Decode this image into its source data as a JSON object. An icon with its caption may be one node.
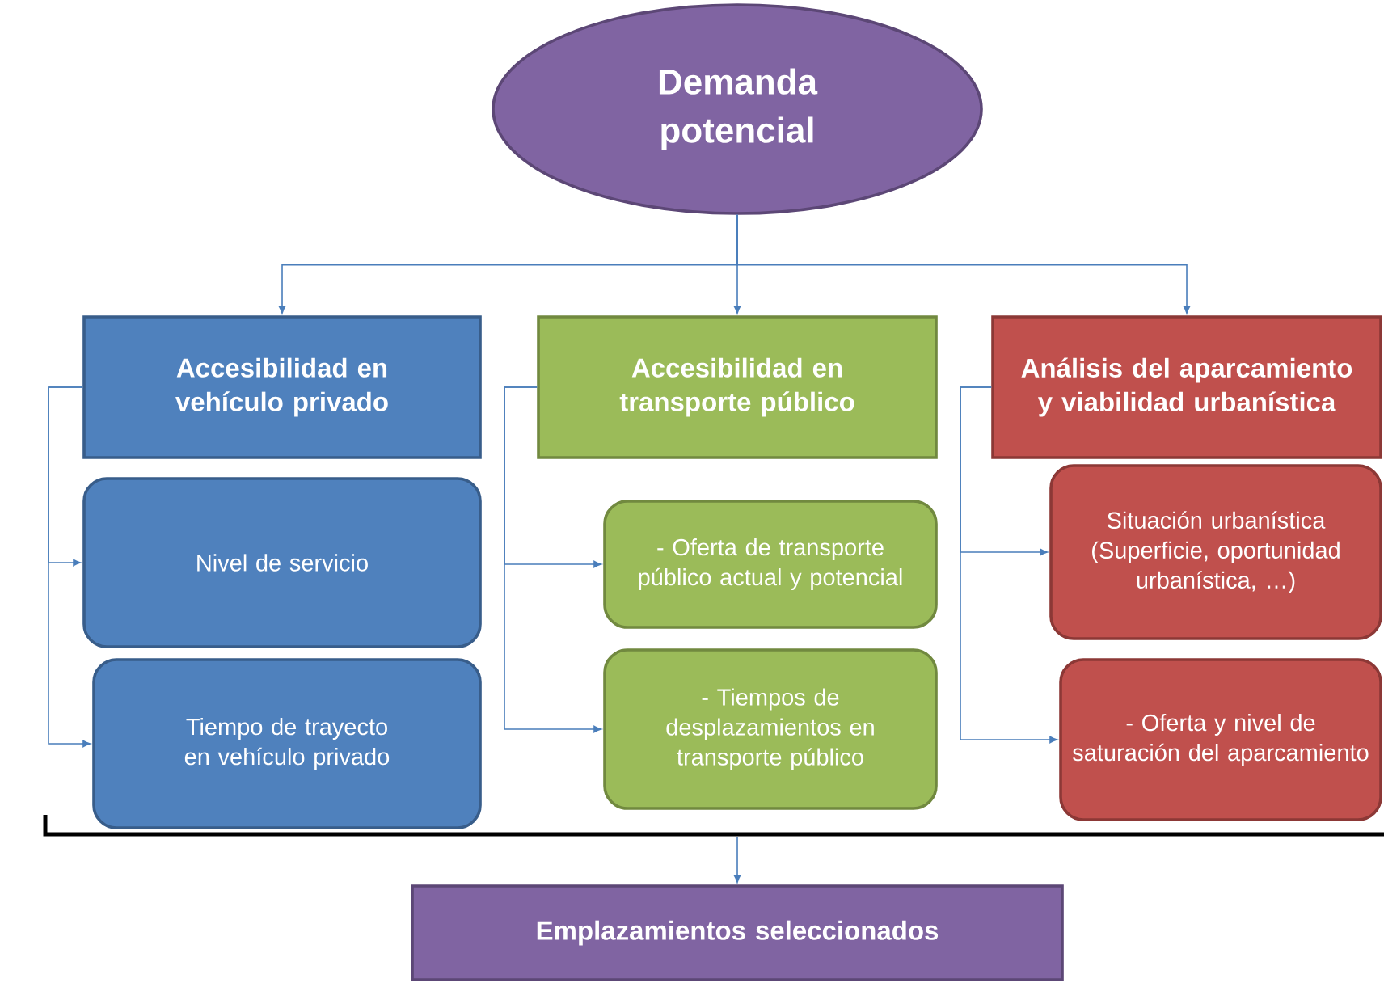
{
  "diagram": {
    "nodes": [
      {
        "text": [
          "Demanda potencial"
        ]
      },
      {
        "text": [
          "Accesibilidad en vehículo privado"
        ]
      },
      {
        "text": [
          "Nivel de servicio"
        ]
      },
      {
        "text": [
          "Tiempo de trayecto en vehículo privado"
        ]
      },
      {
        "text": [
          "Accesibilidad en transporte público"
        ]
      },
      {
        "text": [
          "- Oferta de transporte público actual y potencial"
        ]
      },
      {
        "text": [
          "- Tiempos de desplazamientos en transporte público"
        ]
      },
      {
        "text": [
          "Análisis del aparcamiento y viabilidad urbanística"
        ]
      },
      {
        "text": [
          "Situación urbanística (Superficie, oportunidad urbanística, …)"
        ]
      },
      {
        "text": [
          "- Oferta y nivel de saturación del aparcamiento"
        ]
      },
      {
        "text": [],
        "shape": "bar"
      },
      {
        "text": [
          "Emplazamientos seleccionados"
        ]
      }
    ],
    "edges": [
      {
        "from": 0,
        "to": 1,
        "arrow": "to"
      },
      {
        "from": 0,
        "to": 4,
        "arrow": "to"
      },
      {
        "from": 0,
        "to": 7,
        "arrow": "to"
      },
      {
        "from": 1,
        "to": 2,
        "arrow": "to"
      },
      {
        "from": 1,
        "to": 3,
        "arrow": "to"
      },
      {
        "from": 4,
        "to": 5,
        "arrow": "to"
      },
      {
        "from": 4,
        "to": 6,
        "arrow": "to"
      },
      {
        "from": 7,
        "to": 8,
        "arrow": "to"
      },
      {
        "from": 7,
        "to": 9,
        "arrow": "to"
      },
      {
        "from": 10,
        "to": 11,
        "arrow": "to"
      }
    ]
  }
}
